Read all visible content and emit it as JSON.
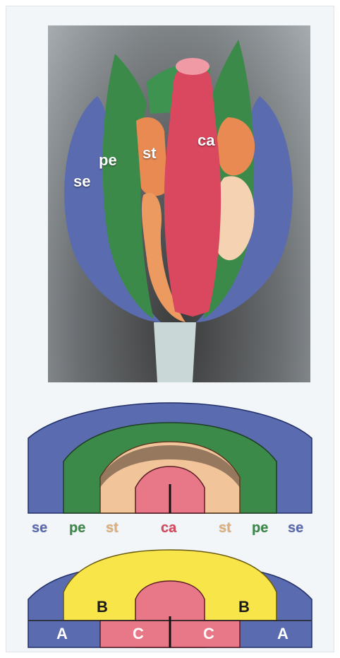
{
  "photo": {
    "labels": {
      "se": "se",
      "pe": "pe",
      "st": "st",
      "ca": "ca"
    }
  },
  "organ_row": {
    "labels": [
      "se",
      "pe",
      "st",
      "ca",
      "st",
      "pe",
      "se"
    ]
  },
  "abc_model": {
    "labels": [
      "A",
      "B",
      "C",
      "C",
      "B",
      "A"
    ]
  },
  "colors": {
    "sepal": "#5a6bb0",
    "petal": "#3c8a4a",
    "stamen": "#f2c49a",
    "carpel": "#e87888",
    "zone_b": "#f7e54a",
    "zone_a": "#5a6bb0",
    "zone_c": "#e87888"
  }
}
